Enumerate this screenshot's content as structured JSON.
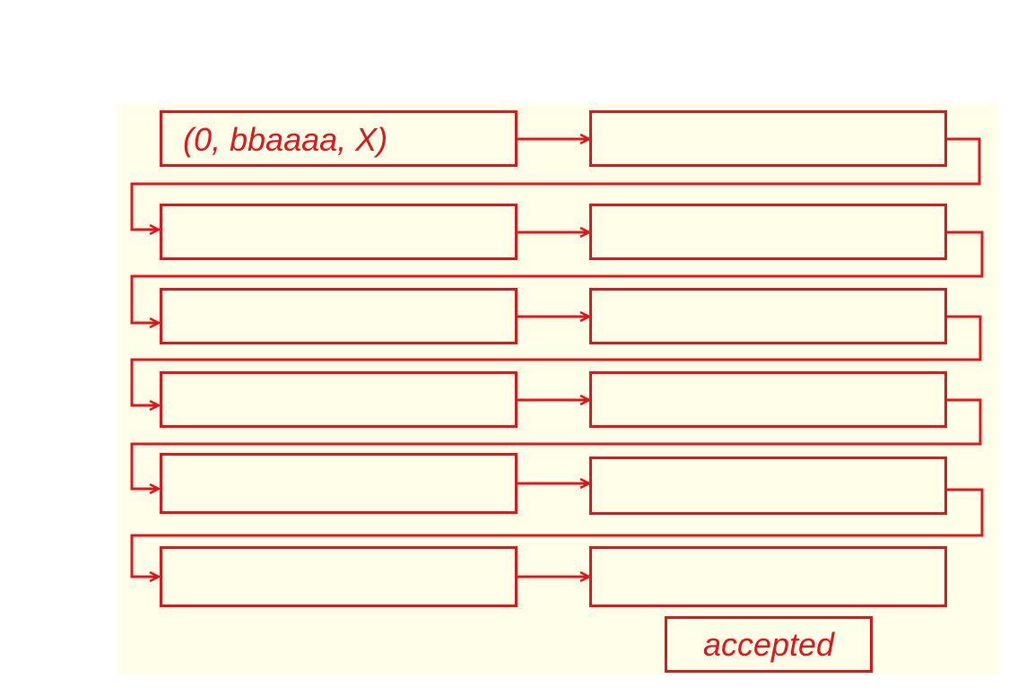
{
  "diagram": {
    "start_label": "(0, bbaaaa, X)",
    "end_label": "accepted",
    "rows": [
      {
        "left_text": "(0, bbaaaa, X)",
        "right_text": ""
      },
      {
        "left_text": "",
        "right_text": ""
      },
      {
        "left_text": "",
        "right_text": ""
      },
      {
        "left_text": "",
        "right_text": ""
      },
      {
        "left_text": "",
        "right_text": ""
      },
      {
        "left_text": "",
        "right_text": ""
      }
    ],
    "colors": {
      "stroke": "#e0151a",
      "background": "#fffee9",
      "page": "#ffffff"
    }
  }
}
